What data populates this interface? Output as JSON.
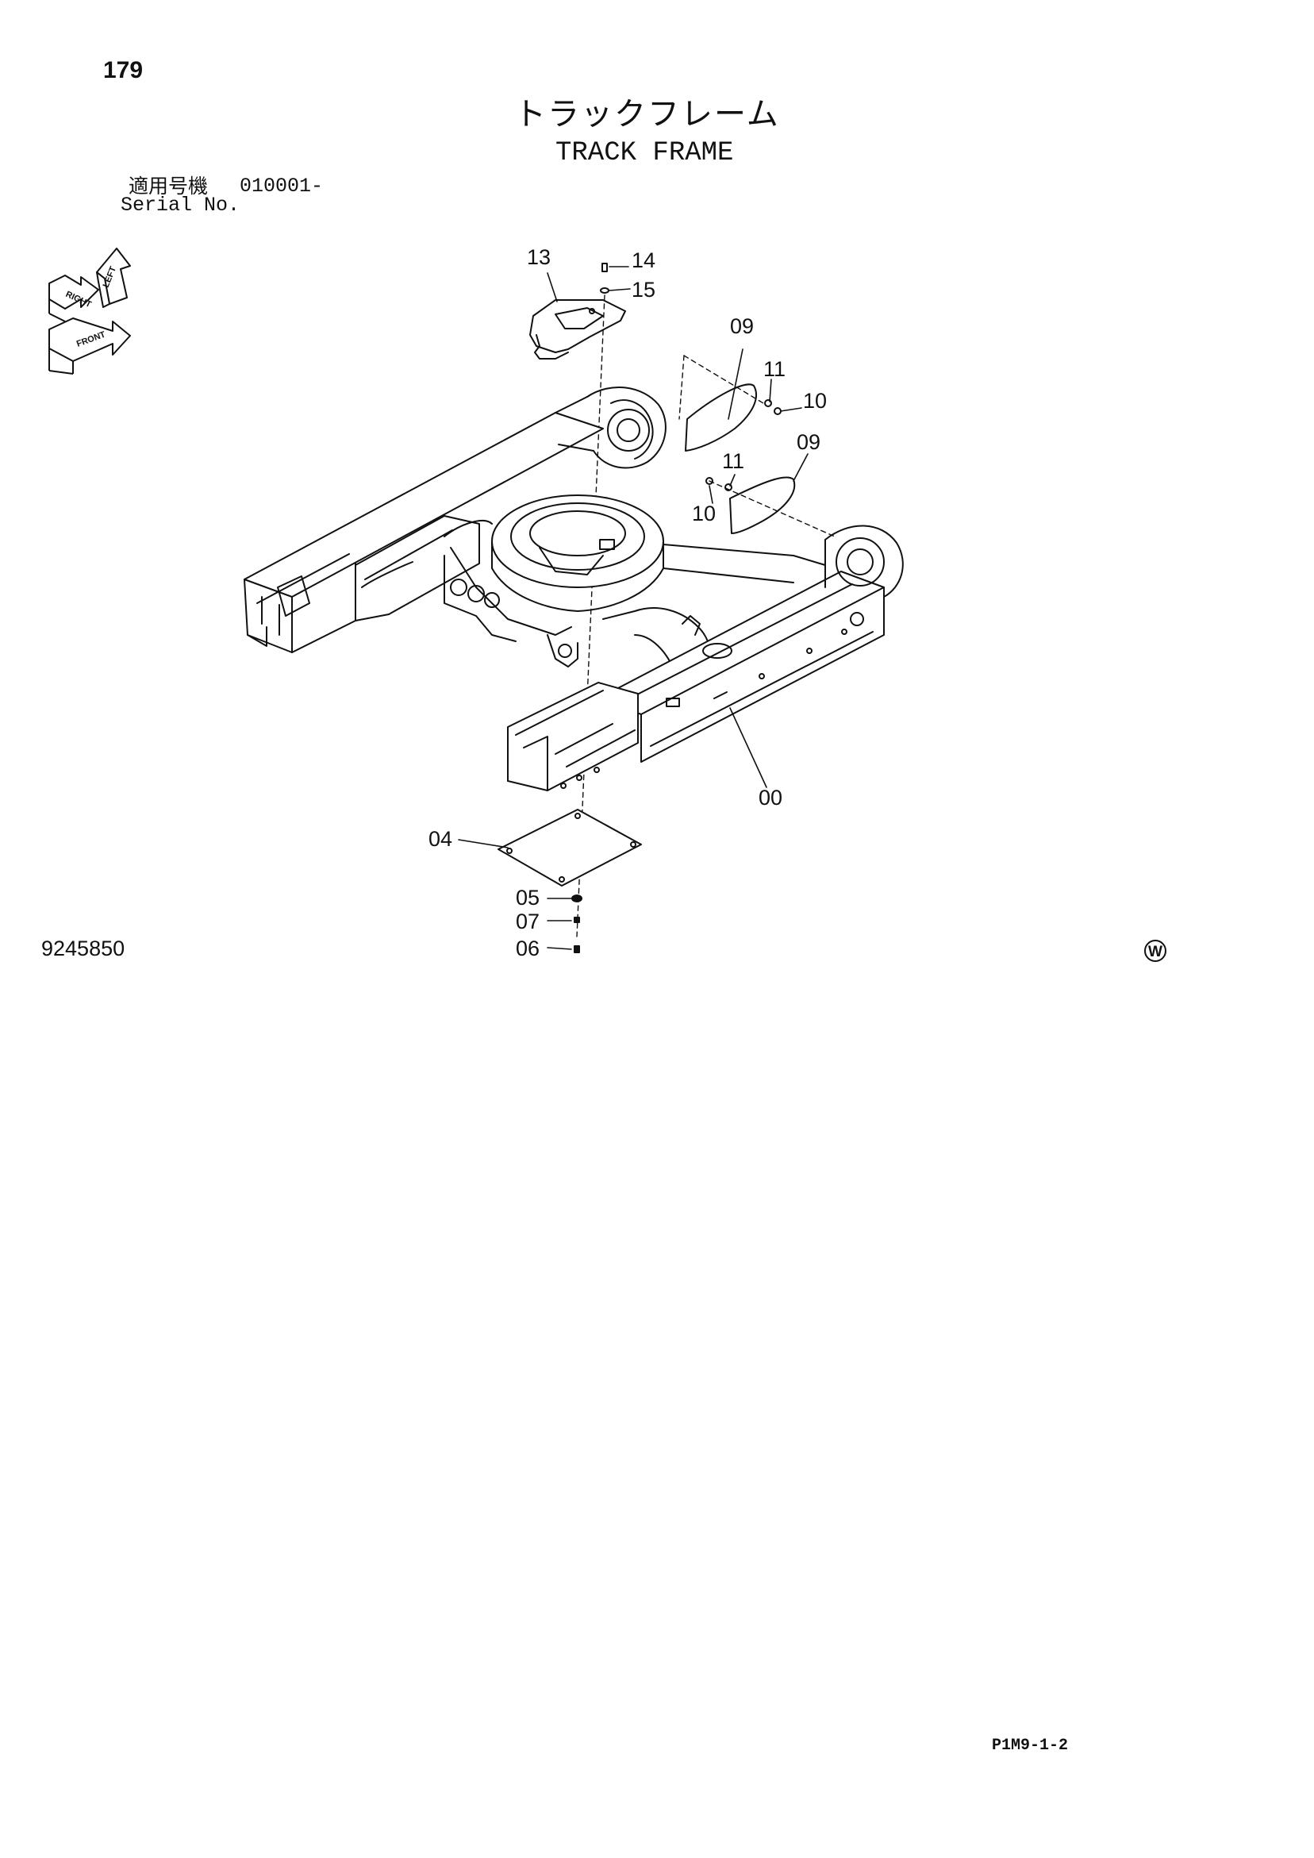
{
  "header": {
    "page_number": "179",
    "title_jp": "トラックフレーム",
    "title_en": "TRACK FRAME",
    "serial_label_jp": "適用号機",
    "serial_value": "010001-",
    "serial_label_en": "Serial No."
  },
  "diagram": {
    "callouts": {
      "c13": "13",
      "c14": "14",
      "c15": "15",
      "c09a": "09",
      "c11a": "11",
      "c10a": "10",
      "c11b": "11",
      "c09b": "09",
      "c10b": "10",
      "c00": "00",
      "c04": "04",
      "c05": "05",
      "c07": "07",
      "c06": "06"
    },
    "compass_labels": [
      "LEFT",
      "RIGHT",
      "FRONT"
    ]
  },
  "footer": {
    "figure_number": "9245850",
    "mark": "W",
    "sheet_code": "P1M9-1-2"
  }
}
